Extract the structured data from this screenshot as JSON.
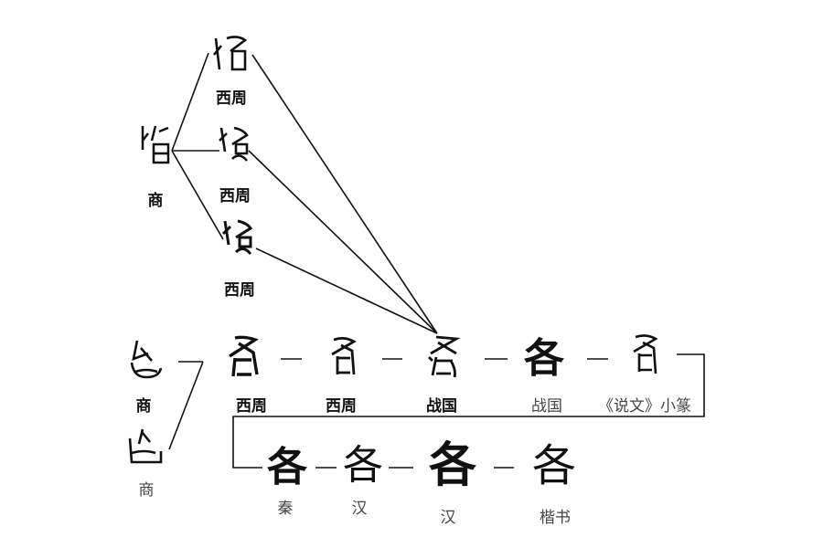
{
  "top_group": {
    "shang_label": "商",
    "variants": [
      {
        "label": "西周"
      },
      {
        "label": "西周"
      },
      {
        "label": "西周"
      }
    ]
  },
  "left_group": {
    "labels": [
      "商",
      "商"
    ]
  },
  "row1": [
    {
      "label": "西周",
      "style": "seal"
    },
    {
      "label": "西周",
      "style": "seal"
    },
    {
      "label": "战国",
      "style": "seal"
    },
    {
      "label": "战国",
      "style": "modern",
      "char": "各"
    },
    {
      "label": "《说文》小篆",
      "style": "seal"
    }
  ],
  "row2": [
    {
      "label": "秦",
      "char": "各"
    },
    {
      "label": "汉",
      "char": "各"
    },
    {
      "label": "汉",
      "char": "各"
    },
    {
      "label": "楷书",
      "char": "各"
    }
  ],
  "colors": {
    "ink": "#111111",
    "background": "#ffffff"
  }
}
